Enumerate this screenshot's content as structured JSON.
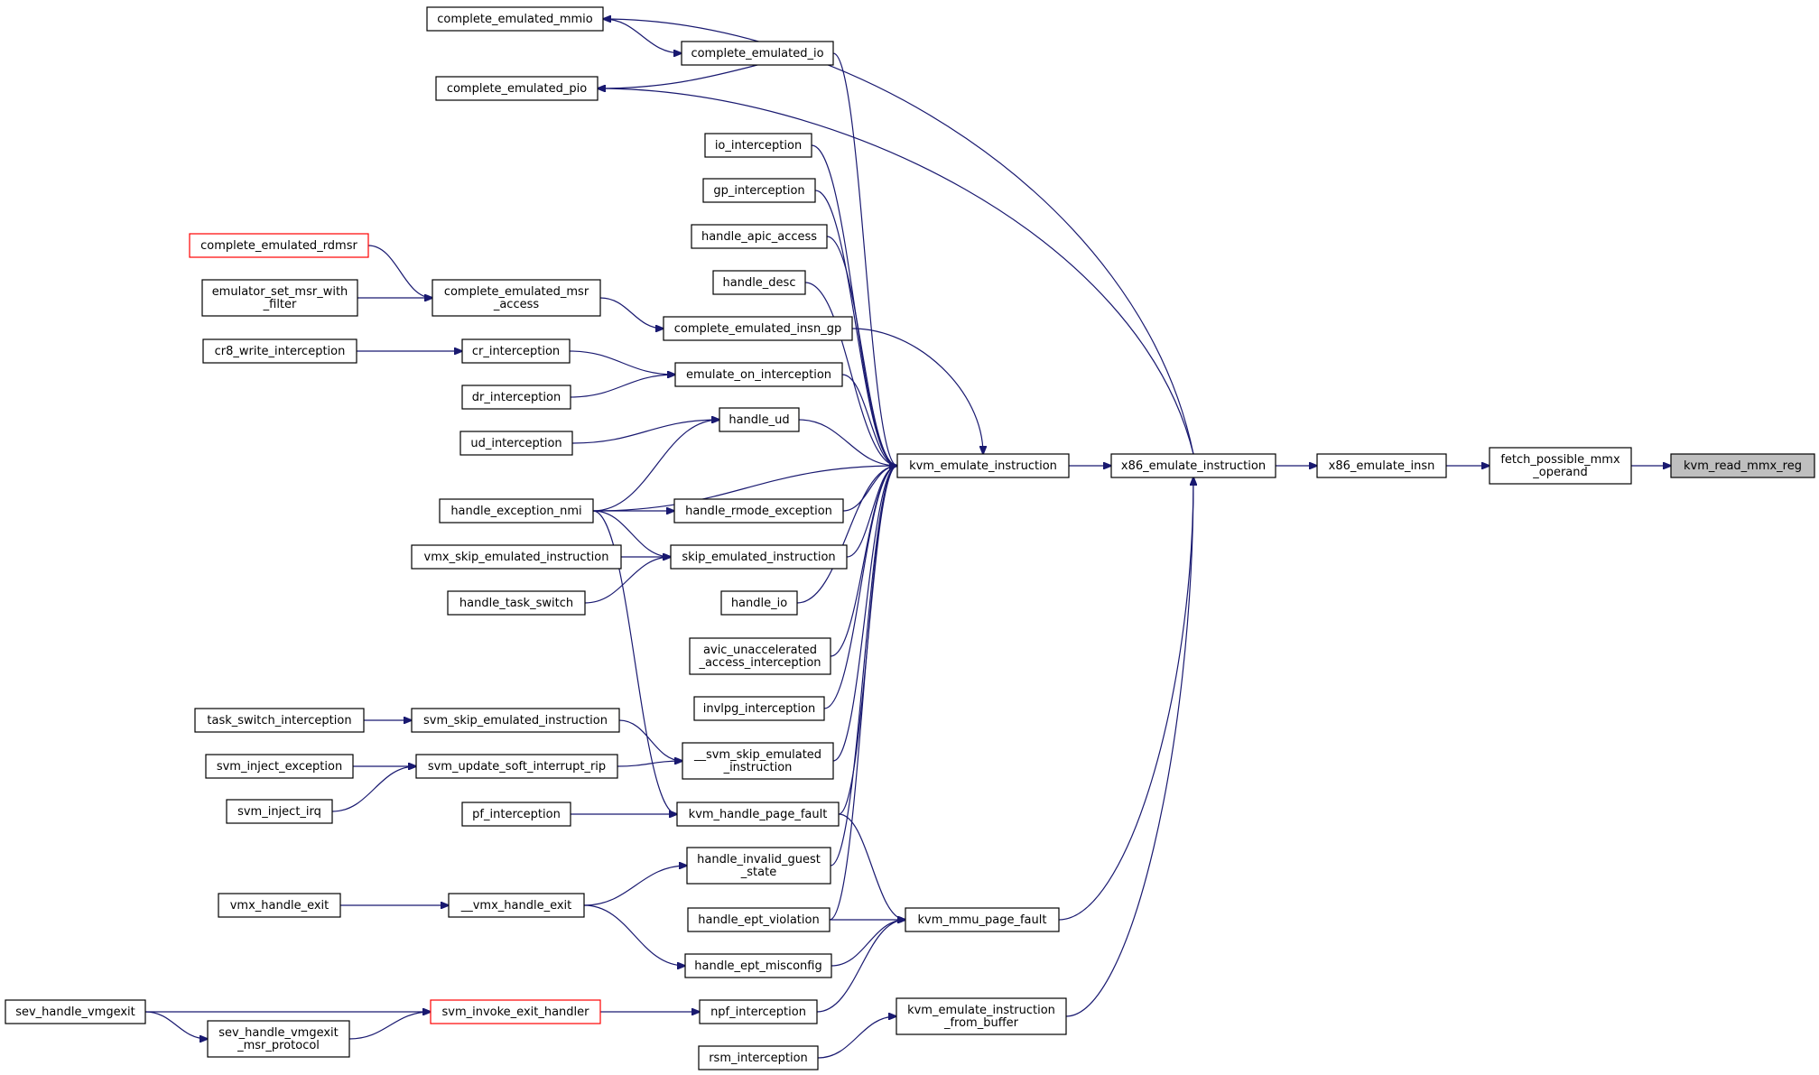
{
  "graph": {
    "nodes": [
      {
        "id": "kvm_read_mmx_reg",
        "lines": [
          "kvm_read_mmx_reg"
        ],
        "style": "root"
      },
      {
        "id": "fetch_possible_mmx_operand",
        "lines": [
          "fetch_possible_mmx",
          "_operand"
        ],
        "style": "normal"
      },
      {
        "id": "x86_emulate_insn",
        "lines": [
          "x86_emulate_insn"
        ],
        "style": "normal"
      },
      {
        "id": "x86_emulate_instruction",
        "lines": [
          "x86_emulate_instruction"
        ],
        "style": "normal"
      },
      {
        "id": "complete_emulated_io",
        "lines": [
          "complete_emulated_io"
        ],
        "style": "normal"
      },
      {
        "id": "complete_emulated_mmio",
        "lines": [
          "complete_emulated_mmio"
        ],
        "style": "normal"
      },
      {
        "id": "complete_emulated_pio",
        "lines": [
          "complete_emulated_pio"
        ],
        "style": "normal"
      },
      {
        "id": "kvm_emulate_instruction",
        "lines": [
          "kvm_emulate_instruction"
        ],
        "style": "normal"
      },
      {
        "id": "kvm_mmu_page_fault",
        "lines": [
          "kvm_mmu_page_fault"
        ],
        "style": "normal"
      },
      {
        "id": "kvm_emulate_instruction_from_buffer",
        "lines": [
          "kvm_emulate_instruction",
          "_from_buffer"
        ],
        "style": "normal"
      },
      {
        "id": "io_interception",
        "lines": [
          "io_interception"
        ],
        "style": "normal"
      },
      {
        "id": "gp_interception",
        "lines": [
          "gp_interception"
        ],
        "style": "normal"
      },
      {
        "id": "handle_apic_access",
        "lines": [
          "handle_apic_access"
        ],
        "style": "normal"
      },
      {
        "id": "handle_desc",
        "lines": [
          "handle_desc"
        ],
        "style": "normal"
      },
      {
        "id": "complete_emulated_insn_gp",
        "lines": [
          "complete_emulated_insn_gp"
        ],
        "style": "normal"
      },
      {
        "id": "emulate_on_interception",
        "lines": [
          "emulate_on_interception"
        ],
        "style": "normal"
      },
      {
        "id": "handle_ud",
        "lines": [
          "handle_ud"
        ],
        "style": "normal"
      },
      {
        "id": "handle_rmode_exception",
        "lines": [
          "handle_rmode_exception"
        ],
        "style": "normal"
      },
      {
        "id": "skip_emulated_instruction",
        "lines": [
          "skip_emulated_instruction"
        ],
        "style": "normal"
      },
      {
        "id": "handle_io",
        "lines": [
          "handle_io"
        ],
        "style": "normal"
      },
      {
        "id": "avic_unaccelerated_access_interception",
        "lines": [
          "avic_unaccelerated",
          "_access_interception"
        ],
        "style": "normal"
      },
      {
        "id": "invlpg_interception",
        "lines": [
          "invlpg_interception"
        ],
        "style": "normal"
      },
      {
        "id": "__svm_skip_emulated_instruction",
        "lines": [
          "__svm_skip_emulated",
          "_instruction"
        ],
        "style": "normal"
      },
      {
        "id": "kvm_handle_page_fault",
        "lines": [
          "kvm_handle_page_fault"
        ],
        "style": "normal"
      },
      {
        "id": "handle_invalid_guest_state",
        "lines": [
          "handle_invalid_guest",
          "_state"
        ],
        "style": "normal"
      },
      {
        "id": "handle_ept_violation",
        "lines": [
          "handle_ept_violation"
        ],
        "style": "normal"
      },
      {
        "id": "handle_ept_misconfig",
        "lines": [
          "handle_ept_misconfig"
        ],
        "style": "normal"
      },
      {
        "id": "npf_interception",
        "lines": [
          "npf_interception"
        ],
        "style": "normal"
      },
      {
        "id": "rsm_interception",
        "lines": [
          "rsm_interception"
        ],
        "style": "normal"
      },
      {
        "id": "complete_emulated_rdmsr",
        "lines": [
          "complete_emulated_rdmsr"
        ],
        "style": "red"
      },
      {
        "id": "emulator_set_msr_with_filter",
        "lines": [
          "emulator_set_msr_with",
          "_filter"
        ],
        "style": "normal"
      },
      {
        "id": "complete_emulated_msr_access",
        "lines": [
          "complete_emulated_msr",
          "_access"
        ],
        "style": "normal"
      },
      {
        "id": "cr8_write_interception",
        "lines": [
          "cr8_write_interception"
        ],
        "style": "normal"
      },
      {
        "id": "cr_interception",
        "lines": [
          "cr_interception"
        ],
        "style": "normal"
      },
      {
        "id": "dr_interception",
        "lines": [
          "dr_interception"
        ],
        "style": "normal"
      },
      {
        "id": "ud_interception",
        "lines": [
          "ud_interception"
        ],
        "style": "normal"
      },
      {
        "id": "handle_exception_nmi",
        "lines": [
          "handle_exception_nmi"
        ],
        "style": "normal"
      },
      {
        "id": "vmx_skip_emulated_instruction",
        "lines": [
          "vmx_skip_emulated_instruction"
        ],
        "style": "normal"
      },
      {
        "id": "handle_task_switch",
        "lines": [
          "handle_task_switch"
        ],
        "style": "normal"
      },
      {
        "id": "task_switch_interception",
        "lines": [
          "task_switch_interception"
        ],
        "style": "normal"
      },
      {
        "id": "svm_skip_emulated_instruction",
        "lines": [
          "svm_skip_emulated_instruction"
        ],
        "style": "normal"
      },
      {
        "id": "svm_inject_exception",
        "lines": [
          "svm_inject_exception"
        ],
        "style": "normal"
      },
      {
        "id": "svm_update_soft_interrupt_rip",
        "lines": [
          "svm_update_soft_interrupt_rip"
        ],
        "style": "normal"
      },
      {
        "id": "svm_inject_irq",
        "lines": [
          "svm_inject_irq"
        ],
        "style": "normal"
      },
      {
        "id": "pf_interception",
        "lines": [
          "pf_interception"
        ],
        "style": "normal"
      },
      {
        "id": "vmx_handle_exit",
        "lines": [
          "vmx_handle_exit"
        ],
        "style": "normal"
      },
      {
        "id": "__vmx_handle_exit",
        "lines": [
          "__vmx_handle_exit"
        ],
        "style": "normal"
      },
      {
        "id": "sev_handle_vmgexit",
        "lines": [
          "sev_handle_vmgexit"
        ],
        "style": "normal"
      },
      {
        "id": "sev_handle_vmgexit_msr_protocol",
        "lines": [
          "sev_handle_vmgexit",
          "_msr_protocol"
        ],
        "style": "normal"
      },
      {
        "id": "svm_invoke_exit_handler",
        "lines": [
          "svm_invoke_exit_handler"
        ],
        "style": "red"
      }
    ],
    "edges": [
      [
        "fetch_possible_mmx_operand",
        "kvm_read_mmx_reg"
      ],
      [
        "x86_emulate_insn",
        "fetch_possible_mmx_operand"
      ],
      [
        "x86_emulate_instruction",
        "x86_emulate_insn"
      ],
      [
        "x86_emulate_instruction",
        "complete_emulated_mmio"
      ],
      [
        "x86_emulate_instruction",
        "complete_emulated_pio"
      ],
      [
        "kvm_emulate_instruction",
        "x86_emulate_instruction"
      ],
      [
        "kvm_mmu_page_fault",
        "x86_emulate_instruction"
      ],
      [
        "kvm_emulate_instruction_from_buffer",
        "x86_emulate_instruction"
      ],
      [
        "complete_emulated_mmio",
        "complete_emulated_io"
      ],
      [
        "complete_emulated_io",
        "complete_emulated_pio"
      ],
      [
        "complete_emulated_io",
        "kvm_emulate_instruction"
      ],
      [
        "io_interception",
        "kvm_emulate_instruction"
      ],
      [
        "gp_interception",
        "kvm_emulate_instruction"
      ],
      [
        "handle_apic_access",
        "kvm_emulate_instruction"
      ],
      [
        "handle_desc",
        "kvm_emulate_instruction"
      ],
      [
        "complete_emulated_insn_gp",
        "kvm_emulate_instruction"
      ],
      [
        "emulate_on_interception",
        "kvm_emulate_instruction"
      ],
      [
        "handle_ud",
        "kvm_emulate_instruction"
      ],
      [
        "handle_exception_nmi",
        "kvm_emulate_instruction"
      ],
      [
        "handle_rmode_exception",
        "kvm_emulate_instruction"
      ],
      [
        "skip_emulated_instruction",
        "kvm_emulate_instruction"
      ],
      [
        "handle_io",
        "kvm_emulate_instruction"
      ],
      [
        "avic_unaccelerated_access_interception",
        "kvm_emulate_instruction"
      ],
      [
        "invlpg_interception",
        "kvm_emulate_instruction"
      ],
      [
        "__svm_skip_emulated_instruction",
        "kvm_emulate_instruction"
      ],
      [
        "kvm_handle_page_fault",
        "kvm_emulate_instruction"
      ],
      [
        "handle_invalid_guest_state",
        "kvm_emulate_instruction"
      ],
      [
        "handle_ept_violation",
        "kvm_emulate_instruction"
      ],
      [
        "complete_emulated_rdmsr",
        "complete_emulated_msr_access"
      ],
      [
        "emulator_set_msr_with_filter",
        "complete_emulated_msr_access"
      ],
      [
        "complete_emulated_msr_access",
        "complete_emulated_insn_gp"
      ],
      [
        "cr8_write_interception",
        "cr_interception"
      ],
      [
        "cr_interception",
        "emulate_on_interception"
      ],
      [
        "dr_interception",
        "emulate_on_interception"
      ],
      [
        "ud_interception",
        "handle_ud"
      ],
      [
        "handle_exception_nmi",
        "handle_ud"
      ],
      [
        "handle_exception_nmi",
        "handle_rmode_exception"
      ],
      [
        "handle_exception_nmi",
        "skip_emulated_instruction"
      ],
      [
        "handle_exception_nmi",
        "kvm_handle_page_fault"
      ],
      [
        "vmx_skip_emulated_instruction",
        "skip_emulated_instruction"
      ],
      [
        "handle_task_switch",
        "skip_emulated_instruction"
      ],
      [
        "task_switch_interception",
        "svm_skip_emulated_instruction"
      ],
      [
        "svm_skip_emulated_instruction",
        "__svm_skip_emulated_instruction"
      ],
      [
        "svm_update_soft_interrupt_rip",
        "__svm_skip_emulated_instruction"
      ],
      [
        "svm_inject_exception",
        "svm_update_soft_interrupt_rip"
      ],
      [
        "svm_inject_irq",
        "svm_update_soft_interrupt_rip"
      ],
      [
        "pf_interception",
        "kvm_handle_page_fault"
      ],
      [
        "kvm_handle_page_fault",
        "kvm_mmu_page_fault"
      ],
      [
        "handle_ept_violation",
        "kvm_mmu_page_fault"
      ],
      [
        "handle_ept_misconfig",
        "kvm_mmu_page_fault"
      ],
      [
        "npf_interception",
        "kvm_mmu_page_fault"
      ],
      [
        "vmx_handle_exit",
        "__vmx_handle_exit"
      ],
      [
        "__vmx_handle_exit",
        "handle_invalid_guest_state"
      ],
      [
        "__vmx_handle_exit",
        "handle_ept_misconfig"
      ],
      [
        "sev_handle_vmgexit",
        "svm_invoke_exit_handler"
      ],
      [
        "sev_handle_vmgexit",
        "sev_handle_vmgexit_msr_protocol"
      ],
      [
        "sev_handle_vmgexit_msr_protocol",
        "svm_invoke_exit_handler"
      ],
      [
        "svm_invoke_exit_handler",
        "npf_interception"
      ],
      [
        "rsm_interception",
        "kvm_emulate_instruction_from_buffer"
      ]
    ]
  }
}
